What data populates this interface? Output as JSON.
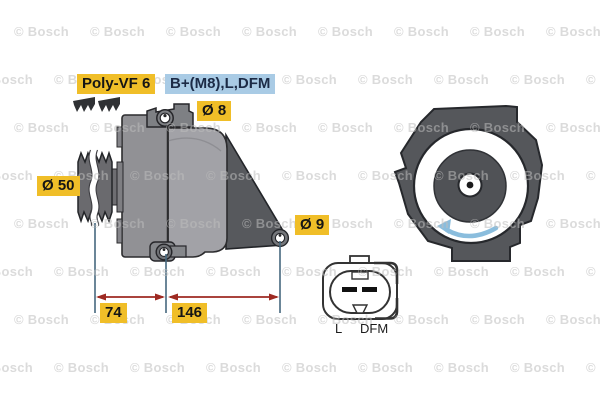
{
  "watermark": {
    "text": "© Bosch"
  },
  "labels": {
    "belt_type": "Poly-VF 6",
    "terminals": "B+(M8),L,DFM",
    "top_hole_diameter": "Ø 8",
    "pulley_diameter": "Ø 50",
    "side_hole_diameter": "Ø 9"
  },
  "dimensions": {
    "pulley_to_foot_mm": "74",
    "foot_to_bracket_mm": "146"
  },
  "connector": {
    "pin_left": "L",
    "pin_right": "DFM"
  },
  "colors": {
    "label_yellow": "#f0be28",
    "label_blue": "#a9cbe5",
    "dimension_red": "#9e2a22",
    "extension_navy": "#46687e",
    "rotation_arrow_blue": "#8abddd",
    "body_gray": "#a2a2a7",
    "dark_gray": "#57595b"
  }
}
